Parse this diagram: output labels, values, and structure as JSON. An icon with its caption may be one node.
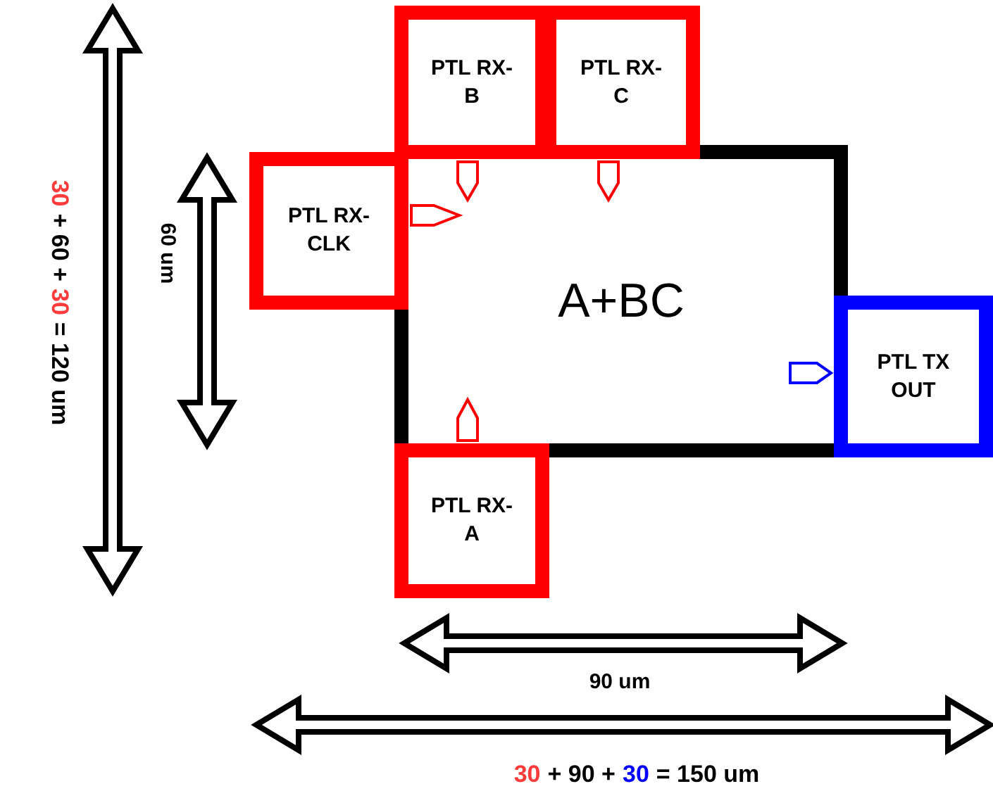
{
  "diagram": {
    "nodes": [
      {
        "text": [
          "A+BC"
        ]
      },
      {
        "text": [
          "PTL RX-B"
        ]
      },
      {
        "text": [
          "PTL RX-C"
        ]
      },
      {
        "text": [
          "PTL RX-CLK"
        ]
      },
      {
        "text": [
          "PTL RX-A"
        ]
      },
      {
        "text": [
          "PTL TX OUT"
        ]
      }
    ],
    "labels": [
      "30",
      "+ 60 +",
      "30",
      "= 120 um",
      "60 um",
      "90 um",
      "30",
      "+ 90 +",
      "30",
      "= 150 um"
    ]
  }
}
